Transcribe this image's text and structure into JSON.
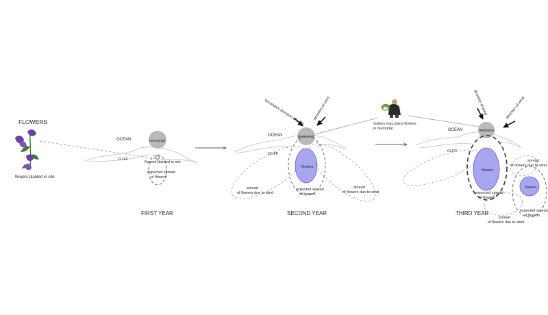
{
  "colors": {
    "memorial": "#b9b9b9",
    "flowers": "#a8a6ee",
    "flower_outline": "#5d5ad0",
    "flower_petal": "#6a3fa0",
    "leaf": "#3f7a3a",
    "visitor_jacket": "#2b2b2b",
    "visitor_plant": "#7a9a3a"
  },
  "legend": {
    "title": "FLOWERS",
    "caption": "flowers planted in site",
    "icon": "purple-bellflower-icon"
  },
  "stages": [
    {
      "title": "FIRST YEAR",
      "labels": {
        "ocean": "OCEAN",
        "cliff": "CLIFF",
        "memorial": "memorial",
        "planted_line1": "flowers planted in site",
        "spread_line1": "expected spread",
        "spread_line2": "of flowers"
      }
    },
    {
      "title": "SECOND YEAR",
      "labels": {
        "ocean": "OCEAN",
        "cliff": "CLIFF",
        "memorial": "memorial",
        "flowers": "flowers",
        "wind_secondary": "secondary direction of wind",
        "wind_direction": "direction of wind",
        "spread_center_line1": "expected spread",
        "spread_center_line2": "of flowers",
        "spread_left_line1": "spread",
        "spread_left_line2": "of flowers due to wind",
        "spread_right_line1": "spread",
        "spread_right_line2": "of flowers due to wind"
      }
    },
    {
      "title": "THIRD YEAR",
      "labels": {
        "ocean": "OCEAN",
        "cliff": "CLIFF",
        "memorial": "memorial",
        "flowers_main": "flowers",
        "flowers_secondary": "flowers",
        "wind_secondary": "direction of wind",
        "wind_direction": "direction of wind",
        "spread_center_line1": "expected spread",
        "spread_center_line2": "of flowers",
        "spread_top_right_line1": "spread",
        "spread_top_right_line2": "of flowers due to wind",
        "spread_right_line1": "expected spread",
        "spread_right_line2": "of flowers",
        "spread_bottom_line1": "spread",
        "spread_bottom_line2": "of flowers due to wind"
      }
    }
  ],
  "visitor_note": {
    "line1": "visitors may place flowers",
    "line2": "in memorial",
    "icon": "person-holding-flowers-icon"
  }
}
